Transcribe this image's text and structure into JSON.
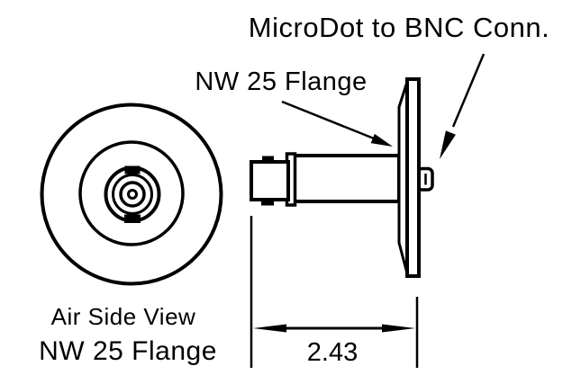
{
  "diagram": {
    "type": "technical-drawing",
    "subject": "MicroDot to BNC coaxial feedthrough on NW 25 flange",
    "background_color": "#ffffff",
    "line_color": "#000000"
  },
  "callouts": {
    "microdot_connector_label": "MicroDot to BNC Conn.",
    "flange_label": "NW 25 Flange"
  },
  "front_view": {
    "caption_line1": "Air Side View",
    "caption_line2": "NW 25 Flange"
  },
  "dimension": {
    "value": "2.43"
  }
}
